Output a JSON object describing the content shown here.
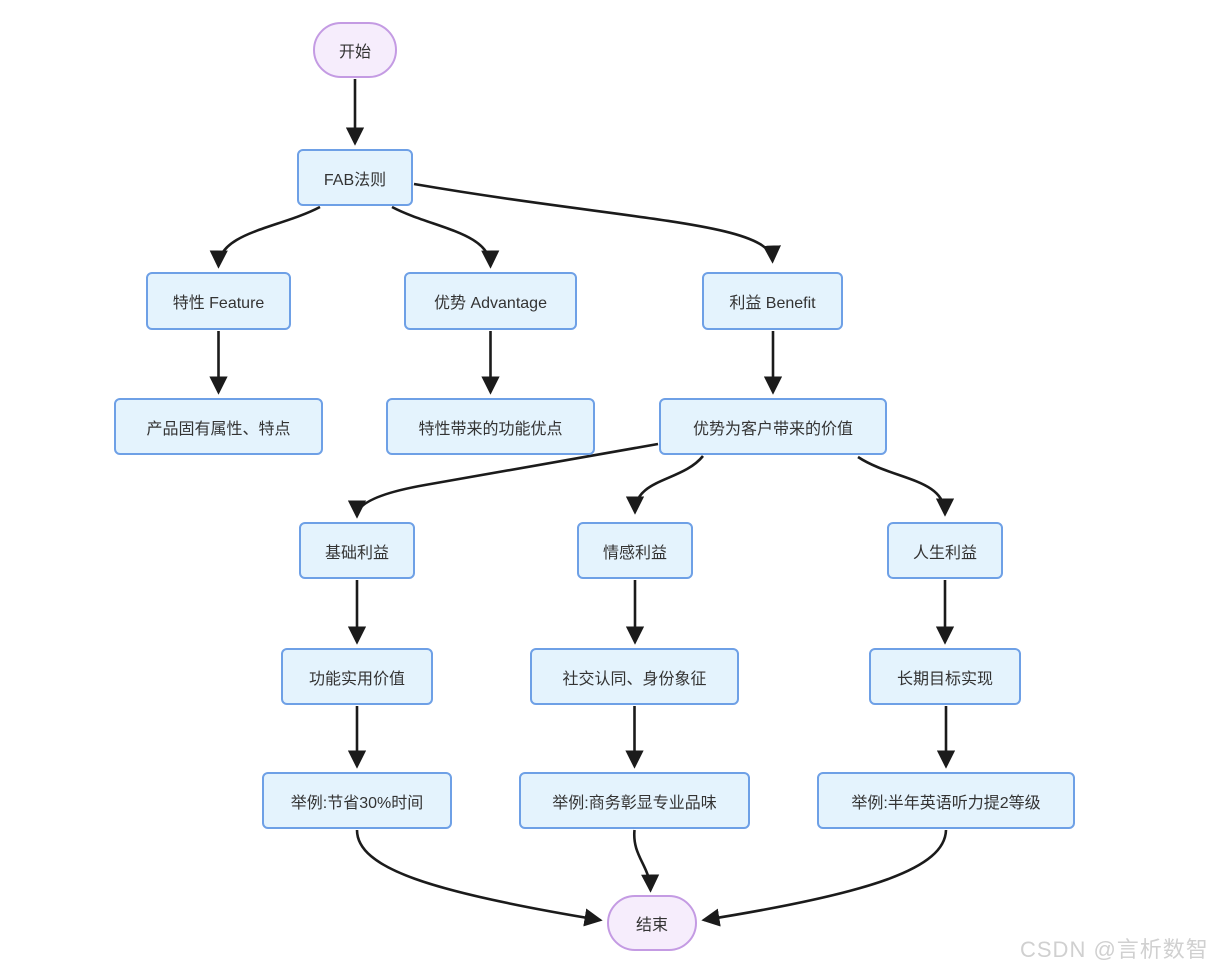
{
  "diagram": {
    "type": "flowchart",
    "direction": "top-down",
    "nodes": {
      "start": {
        "label": "开始",
        "shape": "stadium"
      },
      "fab": {
        "label": "FAB法则",
        "shape": "rect"
      },
      "feature": {
        "label": "特性 Feature",
        "shape": "rect"
      },
      "advantage": {
        "label": "优势 Advantage",
        "shape": "rect"
      },
      "benefit": {
        "label": "利益 Benefit",
        "shape": "rect"
      },
      "feature_desc": {
        "label": "产品固有属性、特点",
        "shape": "rect"
      },
      "advantage_desc": {
        "label": "特性带来的功能优点",
        "shape": "rect"
      },
      "benefit_desc": {
        "label": "优势为客户带来的价值",
        "shape": "rect"
      },
      "basic_benefit": {
        "label": "基础利益",
        "shape": "rect"
      },
      "emotional_benefit": {
        "label": "情感利益",
        "shape": "rect"
      },
      "life_benefit": {
        "label": "人生利益",
        "shape": "rect"
      },
      "functional_value": {
        "label": "功能实用价值",
        "shape": "rect"
      },
      "social_identity": {
        "label": "社交认同、身份象征",
        "shape": "rect"
      },
      "longterm_goal": {
        "label": "长期目标实现",
        "shape": "rect"
      },
      "example_time": {
        "label": "举例:节省30%时间",
        "shape": "rect"
      },
      "example_business": {
        "label": "举例:商务彰显专业品味",
        "shape": "rect"
      },
      "example_english": {
        "label": "举例:半年英语听力提2等级",
        "shape": "rect"
      },
      "end": {
        "label": "结束",
        "shape": "stadium"
      }
    },
    "edges": [
      {
        "from": "start",
        "to": "fab"
      },
      {
        "from": "fab",
        "to": "feature"
      },
      {
        "from": "fab",
        "to": "advantage"
      },
      {
        "from": "fab",
        "to": "benefit"
      },
      {
        "from": "feature",
        "to": "feature_desc"
      },
      {
        "from": "advantage",
        "to": "advantage_desc"
      },
      {
        "from": "benefit",
        "to": "benefit_desc"
      },
      {
        "from": "benefit_desc",
        "to": "basic_benefit"
      },
      {
        "from": "benefit_desc",
        "to": "emotional_benefit"
      },
      {
        "from": "benefit_desc",
        "to": "life_benefit"
      },
      {
        "from": "basic_benefit",
        "to": "functional_value"
      },
      {
        "from": "emotional_benefit",
        "to": "social_identity"
      },
      {
        "from": "life_benefit",
        "to": "longterm_goal"
      },
      {
        "from": "functional_value",
        "to": "example_time"
      },
      {
        "from": "social_identity",
        "to": "example_business"
      },
      {
        "from": "longterm_goal",
        "to": "example_english"
      },
      {
        "from": "example_time",
        "to": "end"
      },
      {
        "from": "example_business",
        "to": "end"
      },
      {
        "from": "example_english",
        "to": "end"
      }
    ],
    "colors": {
      "bg": "#ffffff",
      "process_fill": "#e4f3fd",
      "process_border": "#6ea0e6",
      "terminal_fill": "#f6edfc",
      "terminal_border": "#c49be3",
      "edge": "#1b1b1b",
      "text": "#333333",
      "watermark": "#d0d0d0"
    },
    "watermark": "CSDN @言析数智"
  }
}
